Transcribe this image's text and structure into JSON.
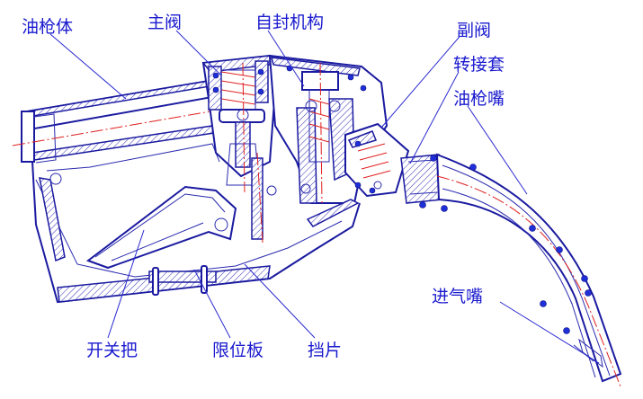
{
  "labels": {
    "nozzle_body": "油枪体",
    "main_valve": "主阀",
    "self_seal": "自封机构",
    "aux_valve": "副阀",
    "adapter_sleeve": "转接套",
    "nozzle_spout": "油枪嘴",
    "air_inlet": "进气嘴",
    "trigger": "开关把",
    "limit_plate": "限位板",
    "guard": "挡片"
  },
  "colors": {
    "line": "#1a1aa0",
    "label": "#1a1acf",
    "centerline": "#e02020",
    "ball": "#1f2fd8"
  }
}
